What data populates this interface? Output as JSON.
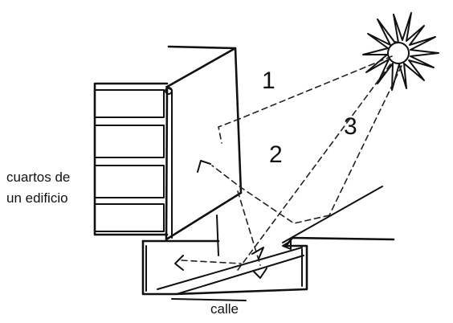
{
  "labels": {
    "building": "cuartos de\nun edificio",
    "building_line1": "cuartos de",
    "building_line2": "un edificio",
    "street": "calle",
    "ray1": "1",
    "ray2": "2",
    "ray3": "3"
  },
  "colors": {
    "ink": "#111111",
    "background": "#ffffff"
  },
  "icons": {
    "sun": "sun-icon"
  }
}
